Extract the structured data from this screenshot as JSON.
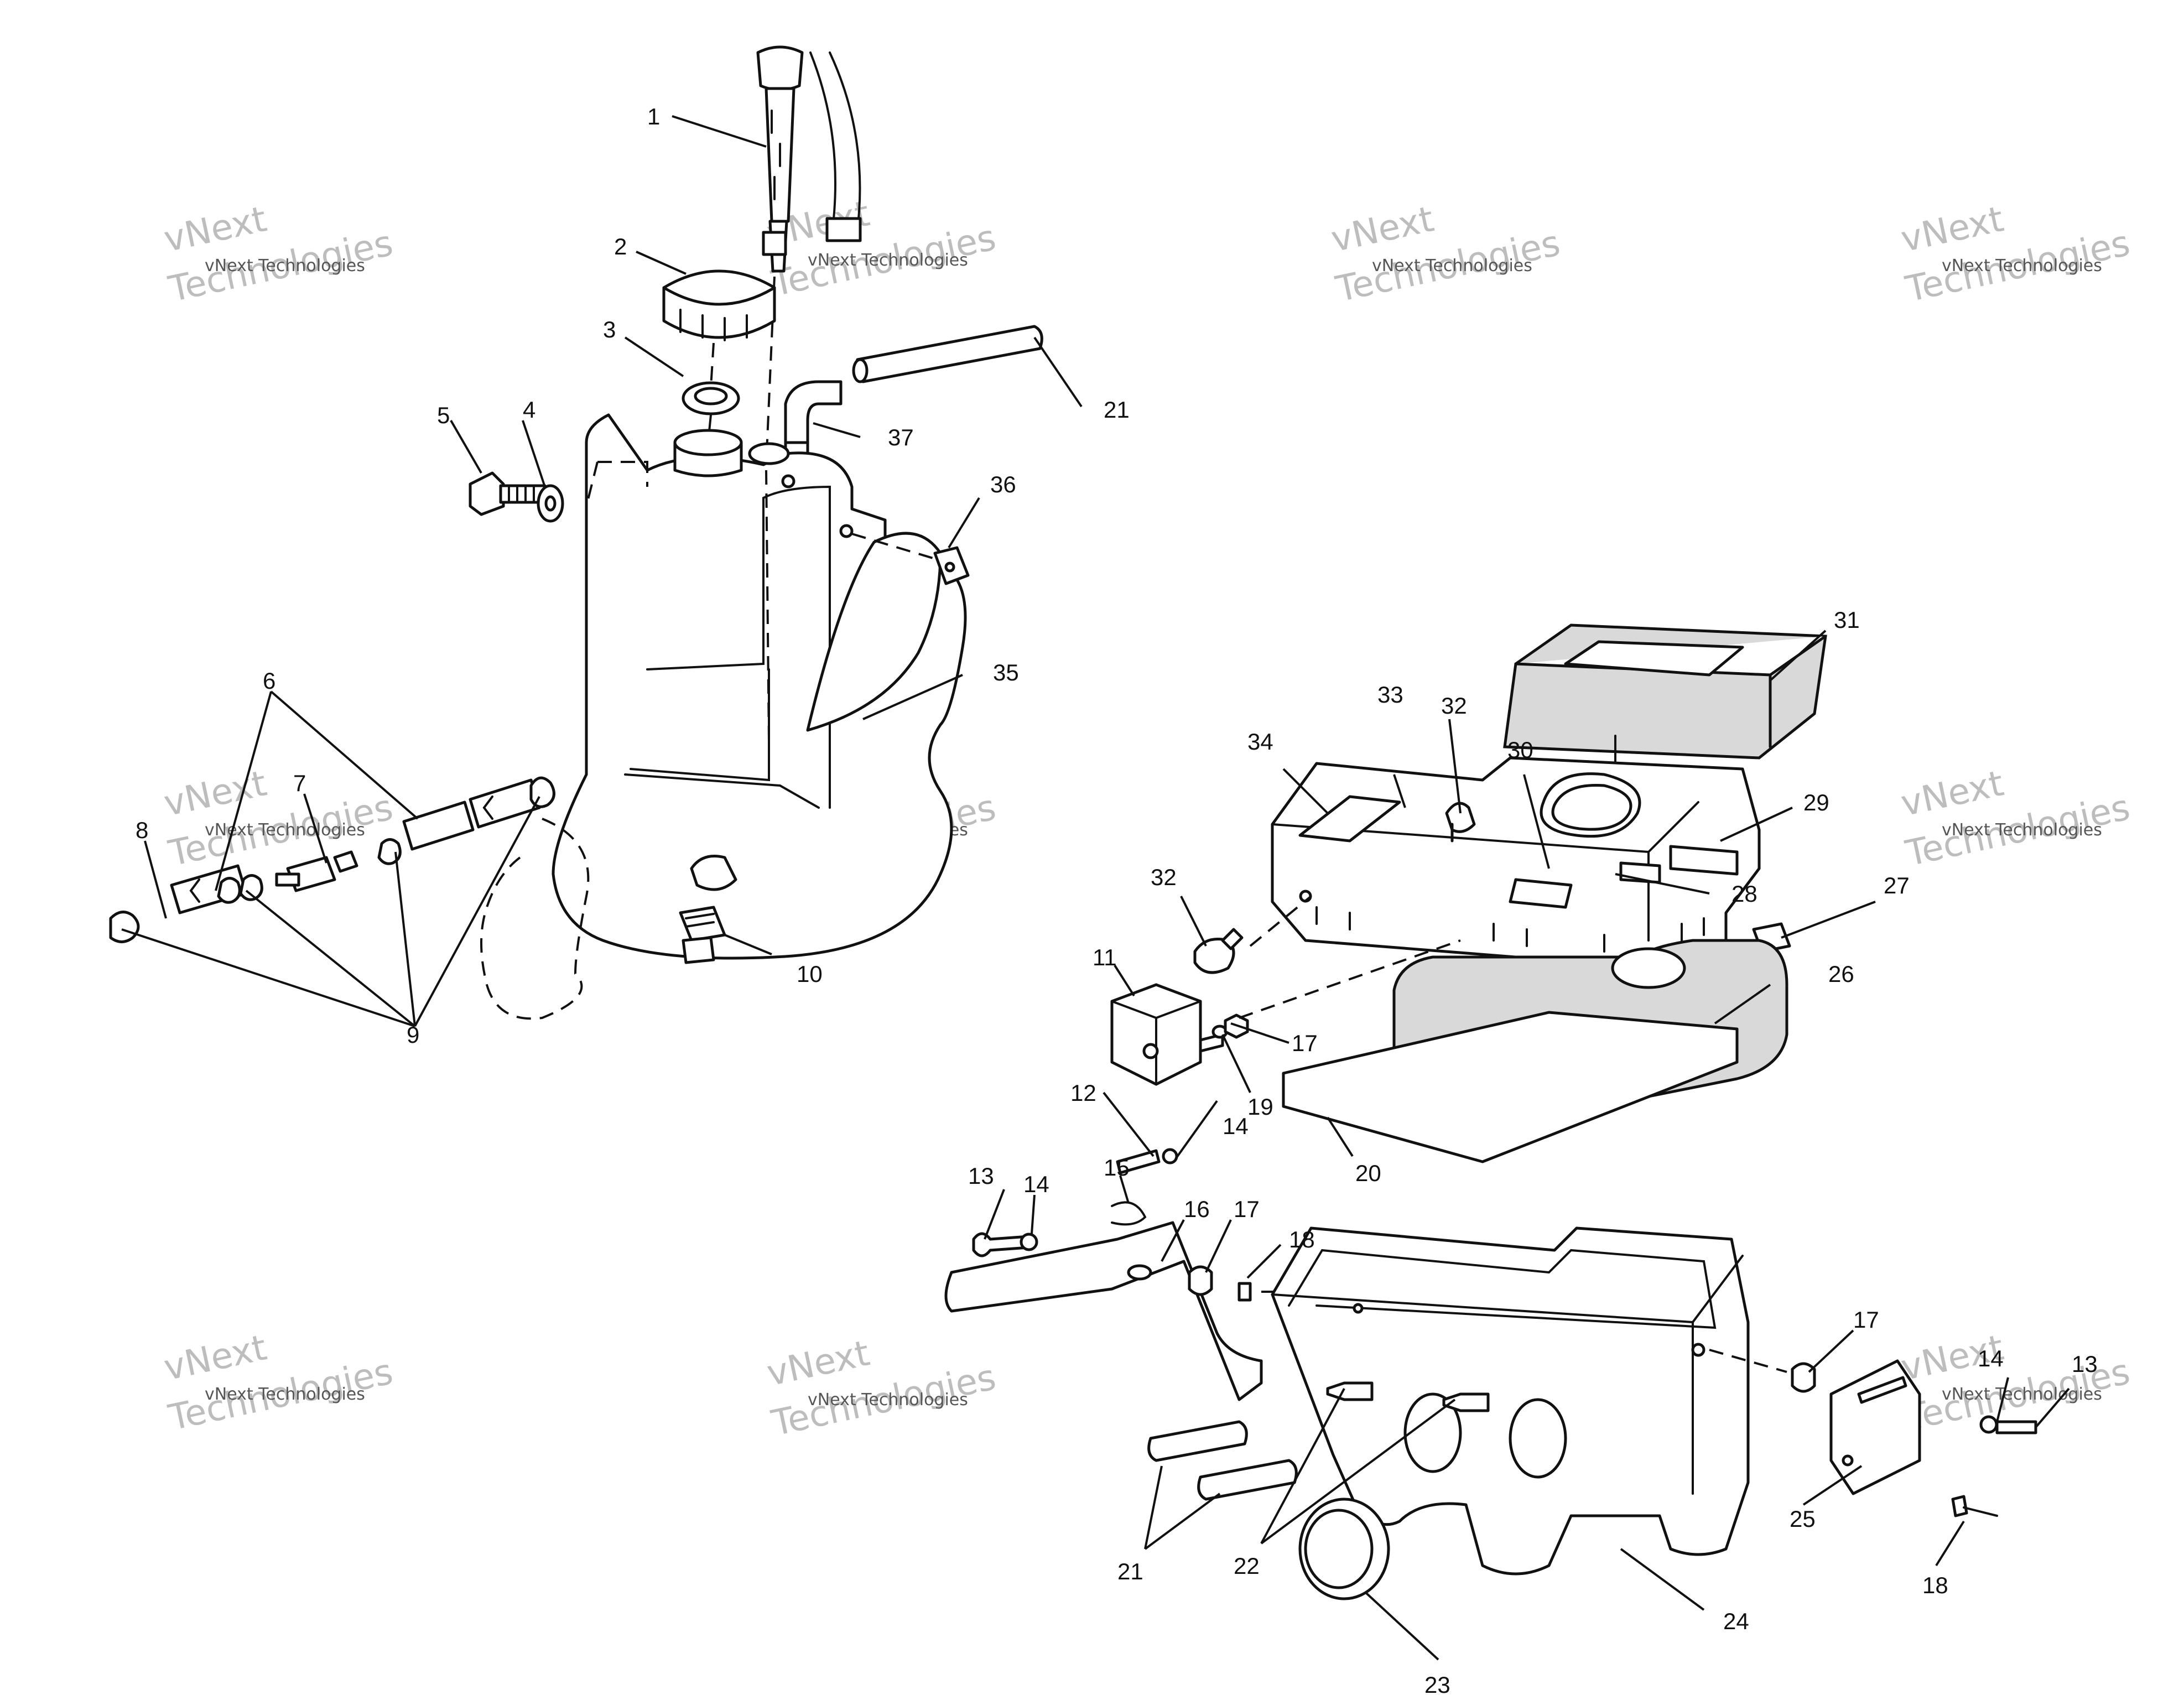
{
  "watermark": {
    "line1": "vNext Technologies",
    "line2": "vNext",
    "line3": "Technologies"
  },
  "callouts": [
    {
      "id": "c1",
      "label": "1"
    },
    {
      "id": "c2",
      "label": "2"
    },
    {
      "id": "c3",
      "label": "3"
    },
    {
      "id": "c4",
      "label": "4"
    },
    {
      "id": "c5",
      "label": "5"
    },
    {
      "id": "c6",
      "label": "6"
    },
    {
      "id": "c7",
      "label": "7"
    },
    {
      "id": "c8",
      "label": "8"
    },
    {
      "id": "c9",
      "label": "9"
    },
    {
      "id": "c10",
      "label": "10"
    },
    {
      "id": "c11",
      "label": "11"
    },
    {
      "id": "c12",
      "label": "12"
    },
    {
      "id": "c13a",
      "label": "13"
    },
    {
      "id": "c13b",
      "label": "13"
    },
    {
      "id": "c14a",
      "label": "14"
    },
    {
      "id": "c14b",
      "label": "14"
    },
    {
      "id": "c14c",
      "label": "14"
    },
    {
      "id": "c15",
      "label": "15"
    },
    {
      "id": "c16",
      "label": "16"
    },
    {
      "id": "c17a",
      "label": "17"
    },
    {
      "id": "c17b",
      "label": "17"
    },
    {
      "id": "c17c",
      "label": "17"
    },
    {
      "id": "c18a",
      "label": "18"
    },
    {
      "id": "c18b",
      "label": "18"
    },
    {
      "id": "c19",
      "label": "19"
    },
    {
      "id": "c20",
      "label": "20"
    },
    {
      "id": "c21a",
      "label": "21"
    },
    {
      "id": "c21b",
      "label": "21"
    },
    {
      "id": "c22",
      "label": "22"
    },
    {
      "id": "c23",
      "label": "23"
    },
    {
      "id": "c24",
      "label": "24"
    },
    {
      "id": "c25",
      "label": "25"
    },
    {
      "id": "c26",
      "label": "26"
    },
    {
      "id": "c27",
      "label": "27"
    },
    {
      "id": "c28",
      "label": "28"
    },
    {
      "id": "c29",
      "label": "29"
    },
    {
      "id": "c30",
      "label": "30"
    },
    {
      "id": "c31",
      "label": "31"
    },
    {
      "id": "c32a",
      "label": "32"
    },
    {
      "id": "c32b",
      "label": "32"
    },
    {
      "id": "c33",
      "label": "33"
    },
    {
      "id": "c34",
      "label": "34"
    },
    {
      "id": "c35",
      "label": "35"
    },
    {
      "id": "c36",
      "label": "36"
    },
    {
      "id": "c37",
      "label": "37"
    }
  ]
}
